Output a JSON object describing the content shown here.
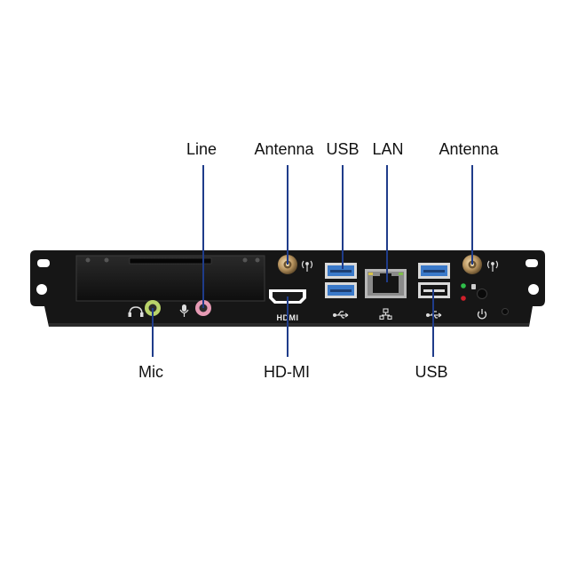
{
  "labels": {
    "line": "Line",
    "antenna_left": "Antenna",
    "usb_top": "USB",
    "lan": "LAN",
    "antenna_right": "Antenna",
    "mic": "Mic",
    "hdmi": "HD-MI",
    "usb_bottom": "USB"
  },
  "panel": {
    "hdmi_logo": "HDMI"
  },
  "colors": {
    "leader": "#1f3c8a",
    "panel": "#161616",
    "usb_blue": "#3a79c9",
    "audio_green": "#b9d36a",
    "audio_pink": "#e79bb5",
    "led_green": "#2fbf4a",
    "led_red": "#d0202a"
  },
  "icons": [
    "headphone-icon",
    "microphone-icon",
    "antenna-signal-icon",
    "usb-icon",
    "network-icon",
    "power-icon"
  ]
}
